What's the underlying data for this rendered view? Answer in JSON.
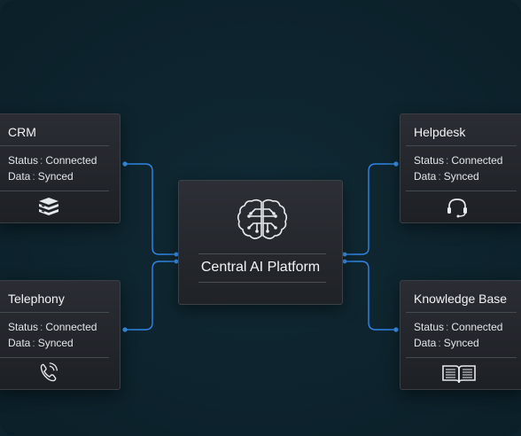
{
  "hub": {
    "title": "Central AI Platform",
    "icon": "brain-circuit-icon"
  },
  "nodes": [
    {
      "id": "crm",
      "title": "CRM",
      "status_label": "Status",
      "status_value": "Connected",
      "data_label": "Data",
      "data_value": "Synced",
      "icon": "database-stack-icon"
    },
    {
      "id": "telephony",
      "title": "Telephony",
      "status_label": "Status",
      "status_value": "Connected",
      "data_label": "Data",
      "data_value": "Synced",
      "icon": "phone-ringing-icon"
    },
    {
      "id": "helpdesk",
      "title": "Helpdesk",
      "status_label": "Status",
      "status_value": "Connected",
      "data_label": "Data",
      "data_value": "Synced",
      "icon": "headset-icon"
    },
    {
      "id": "knowledge",
      "title": "Knowledge Base",
      "status_label": "Status",
      "status_value": "Connected",
      "data_label": "Data",
      "data_value": "Synced",
      "icon": "open-book-icon"
    }
  ],
  "colors": {
    "background": "#0d232d",
    "connector": "#2f86e6",
    "card": "#25282d",
    "text": "#e6eaee"
  }
}
